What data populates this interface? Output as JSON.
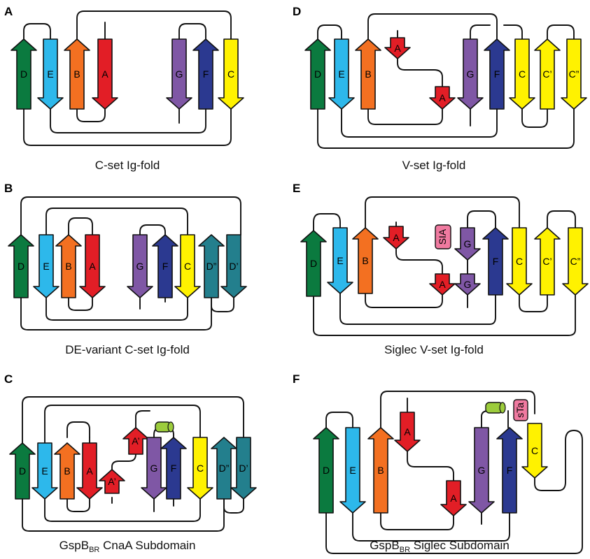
{
  "colors": {
    "A": "#e21e26",
    "B": "#f37021",
    "C": "#fff200",
    "D": "#0b7a3f",
    "E": "#2db8eb",
    "F": "#2b3990",
    "G": "#7f57a5",
    "Dp": "#237f8d",
    "sia": "#f07aa0",
    "helix": "#9ccc3c"
  },
  "panels": [
    {
      "id": "panel-a",
      "label": "A",
      "caption": "C-set Ig-fold",
      "strands": [
        {
          "label": "D",
          "color": "D",
          "dir": "up"
        },
        {
          "label": "E",
          "color": "E",
          "dir": "down"
        },
        {
          "label": "B",
          "color": "B",
          "dir": "up"
        },
        {
          "label": "A",
          "color": "A",
          "dir": "down"
        },
        {
          "label": "G",
          "color": "G",
          "dir": "down"
        },
        {
          "label": "F",
          "color": "F",
          "dir": "up"
        },
        {
          "label": "C",
          "color": "C",
          "dir": "down"
        }
      ]
    },
    {
      "id": "panel-b",
      "label": "B",
      "caption": "DE-variant C-set Ig-fold",
      "strands": [
        {
          "label": "D",
          "color": "D",
          "dir": "up"
        },
        {
          "label": "E",
          "color": "E",
          "dir": "down"
        },
        {
          "label": "B",
          "color": "B",
          "dir": "up"
        },
        {
          "label": "A",
          "color": "A",
          "dir": "down"
        },
        {
          "label": "G",
          "color": "G",
          "dir": "down"
        },
        {
          "label": "F",
          "color": "F",
          "dir": "up"
        },
        {
          "label": "C",
          "color": "C",
          "dir": "down"
        },
        {
          "label": "D”",
          "color": "Dp",
          "dir": "up"
        },
        {
          "label": "D’",
          "color": "Dp",
          "dir": "down"
        }
      ]
    },
    {
      "id": "panel-c",
      "label": "C",
      "caption_main": "GspB",
      "caption_sub": "BR",
      "caption_tail": " CnaA Subdomain",
      "strands": [
        {
          "label": "D",
          "color": "D",
          "dir": "up"
        },
        {
          "label": "E",
          "color": "E",
          "dir": "down"
        },
        {
          "label": "B",
          "color": "B",
          "dir": "up"
        },
        {
          "label": "A",
          "color": "A",
          "dir": "down"
        },
        {
          "label": "A’",
          "color": "A",
          "dir": "up"
        },
        {
          "label": "A’",
          "color": "A",
          "dir": "up"
        },
        {
          "label": "G",
          "color": "G",
          "dir": "down"
        },
        {
          "label": "F",
          "color": "F",
          "dir": "up"
        },
        {
          "label": "C",
          "color": "C",
          "dir": "down"
        },
        {
          "label": "D”",
          "color": "Dp",
          "dir": "up"
        },
        {
          "label": "D’",
          "color": "Dp",
          "dir": "down"
        }
      ]
    },
    {
      "id": "panel-d",
      "label": "D",
      "caption": "V-set Ig-fold",
      "strands": [
        {
          "label": "D",
          "color": "D",
          "dir": "up"
        },
        {
          "label": "E",
          "color": "E",
          "dir": "down"
        },
        {
          "label": "B",
          "color": "B",
          "dir": "up"
        },
        {
          "label": "A",
          "color": "A",
          "dir": "down"
        },
        {
          "label": "A",
          "color": "A",
          "dir": "down"
        },
        {
          "label": "G",
          "color": "G",
          "dir": "down"
        },
        {
          "label": "F",
          "color": "F",
          "dir": "up"
        },
        {
          "label": "C",
          "color": "C",
          "dir": "down"
        },
        {
          "label": "C’",
          "color": "C",
          "dir": "up"
        },
        {
          "label": "C”",
          "color": "C",
          "dir": "down"
        }
      ]
    },
    {
      "id": "panel-e",
      "label": "E",
      "caption": "Siglec V-set Ig-fold",
      "sia_label": "SIA",
      "strands": [
        {
          "label": "D",
          "color": "D",
          "dir": "up"
        },
        {
          "label": "E",
          "color": "E",
          "dir": "down"
        },
        {
          "label": "B",
          "color": "B",
          "dir": "up"
        },
        {
          "label": "A",
          "color": "A",
          "dir": "down"
        },
        {
          "label": "A",
          "color": "A",
          "dir": "down"
        },
        {
          "label": "G",
          "color": "G",
          "dir": "down"
        },
        {
          "label": "G",
          "color": "G",
          "dir": "down"
        },
        {
          "label": "F",
          "color": "F",
          "dir": "up"
        },
        {
          "label": "C",
          "color": "C",
          "dir": "down"
        },
        {
          "label": "C’",
          "color": "C",
          "dir": "up"
        },
        {
          "label": "C”",
          "color": "C",
          "dir": "down"
        }
      ]
    },
    {
      "id": "panel-f",
      "label": "F",
      "caption_main": "GspB",
      "caption_sub": "BR",
      "caption_tail": " Siglec Subdomain",
      "sia_label": "sTa",
      "strands": [
        {
          "label": "D",
          "color": "D",
          "dir": "up"
        },
        {
          "label": "E",
          "color": "E",
          "dir": "down"
        },
        {
          "label": "B",
          "color": "B",
          "dir": "up"
        },
        {
          "label": "A",
          "color": "A",
          "dir": "down"
        },
        {
          "label": "A",
          "color": "A",
          "dir": "down"
        },
        {
          "label": "G",
          "color": "G",
          "dir": "down"
        },
        {
          "label": "F",
          "color": "F",
          "dir": "up"
        },
        {
          "label": "C",
          "color": "C",
          "dir": "down"
        }
      ]
    }
  ]
}
